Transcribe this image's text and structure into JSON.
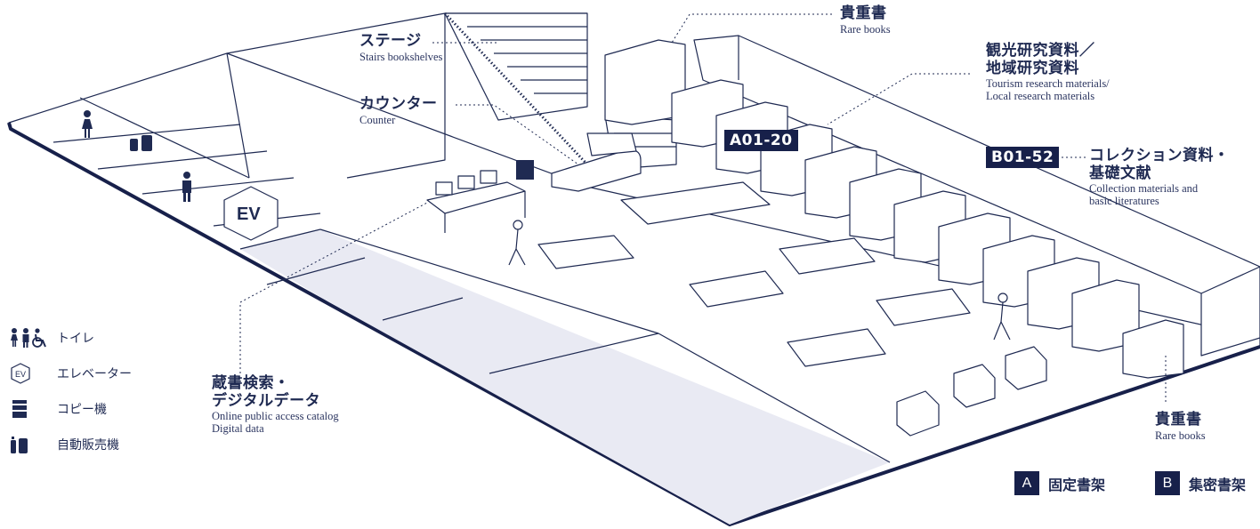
{
  "labels": {
    "stage_jp": "ステージ",
    "stage_en": "Stairs bookshelves",
    "counter_jp": "カウンター",
    "counter_en": "Counter",
    "rare_top_jp": "貴重書",
    "rare_top_en": "Rare books",
    "tourism_jp_1": "観光研究資料／",
    "tourism_jp_2": "地域研究資料",
    "tourism_en_1": "Tourism research materials/",
    "tourism_en_2": "Local research materials",
    "collection_jp_1": "コレクション資料・",
    "collection_jp_2": "基礎文献",
    "collection_en_1": "Collection materials and",
    "collection_en_2": "basic literatures",
    "catalog_jp_1": "蔵書検索・",
    "catalog_jp_2": "デジタルデータ",
    "catalog_en_1": "Online public access catalog",
    "catalog_en_2": "Digital data",
    "rare_bottom_jp": "貴重書",
    "rare_bottom_en": "Rare books",
    "ev": "EV"
  },
  "codes": {
    "a_range": "A01-20",
    "b_range": "B01-52"
  },
  "legend": [
    {
      "icon": "restroom-icon",
      "text": "トイレ"
    },
    {
      "icon": "elevator-icon",
      "text": "エレベーター"
    },
    {
      "icon": "copier-icon",
      "text": "コピー機"
    },
    {
      "icon": "vending-machine-icon",
      "text": "自動販売機"
    }
  ],
  "shelf_keys": [
    {
      "letter": "A",
      "text": "固定書架"
    },
    {
      "letter": "B",
      "text": "集密書架"
    }
  ],
  "colors": {
    "navy": "#17204a",
    "line": "#1f2a52",
    "floor_shade": "#e9eaf3"
  }
}
